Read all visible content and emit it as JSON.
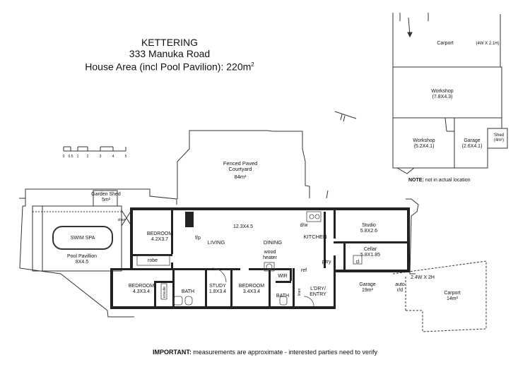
{
  "header": {
    "line1": "KETTERING",
    "line2": "333 Manuka Road",
    "line3_prefix": "House Area (incl Pool Pavilion): 220m",
    "line3_sup": "2"
  },
  "scale_ticks": [
    "0",
    "0.5",
    "1",
    "2",
    "3",
    "4",
    "5"
  ],
  "rooms": {
    "courtyard": {
      "name": "Fenced Paved Courtyard",
      "size": "84m²"
    },
    "garden_shed": {
      "name": "Garden Shed",
      "size": "5m²"
    },
    "swim_spa": {
      "name": "SWIM SPA"
    },
    "pool_pavilion": {
      "name": "Pool Pavillion",
      "size": "8X4.5"
    },
    "bedroom1": {
      "name": "BEDROOM",
      "size": "4.2X3.7"
    },
    "living": {
      "name": "LIVING"
    },
    "dining": {
      "name": "DINING"
    },
    "living_size": {
      "size": "12.3X4.5"
    },
    "kitchen": {
      "name": "KITCHEN"
    },
    "studio": {
      "name": "Studio",
      "size": "5.8X2.6"
    },
    "cellar": {
      "name": "Cellar",
      "size": "5.8X1.85"
    },
    "bedroom2": {
      "name": "BEDROOM",
      "size": "4.3X3.4"
    },
    "bath1": {
      "name": "BATH"
    },
    "study": {
      "name": "STUDY",
      "size": "1.8X3.4"
    },
    "bedroom3": {
      "name": "BEDROOM",
      "size": "3.4X3.4"
    },
    "bath2": {
      "name": "BATH"
    },
    "wir": {
      "name": "WIR"
    },
    "laundry": {
      "name": "L'DRY/ ENTRY"
    },
    "garage": {
      "name": "Garage",
      "size": "19m²"
    },
    "carport_front": {
      "name": "Carport",
      "size": "14m²"
    },
    "carport_dims": {
      "text": "2.4W X 2H"
    },
    "carport_top": {
      "name": "Carport",
      "dims": "(4W X 2.1H)"
    },
    "workshop_big": {
      "name": "Workshop",
      "size": "(7.8X4.3)"
    },
    "workshop_small": {
      "name": "Workshop",
      "size": "(5.2X4.1)"
    },
    "garage_small": {
      "name": "Garage",
      "size": "(2.6X4.1)"
    },
    "shed": {
      "name": "Shed",
      "size": "(4m²)"
    }
  },
  "fixtures": {
    "fp": "f/p",
    "robe": "robe",
    "ensuite": "ensuite",
    "wood_heater": "wood heater",
    "dw": "d/w",
    "ptry": "p'try",
    "ref": "ref",
    "linen": "linen",
    "cl": "cl",
    "auto_rd": "auto r/d",
    "shwr": "shwr"
  },
  "notes": {
    "not_in_location_bold": "NOTE:",
    "not_in_location_text": "not in actual location"
  },
  "footer": {
    "bold": "IMPORTANT:",
    "text": "measurements are approximate - interested parties need to verify"
  }
}
